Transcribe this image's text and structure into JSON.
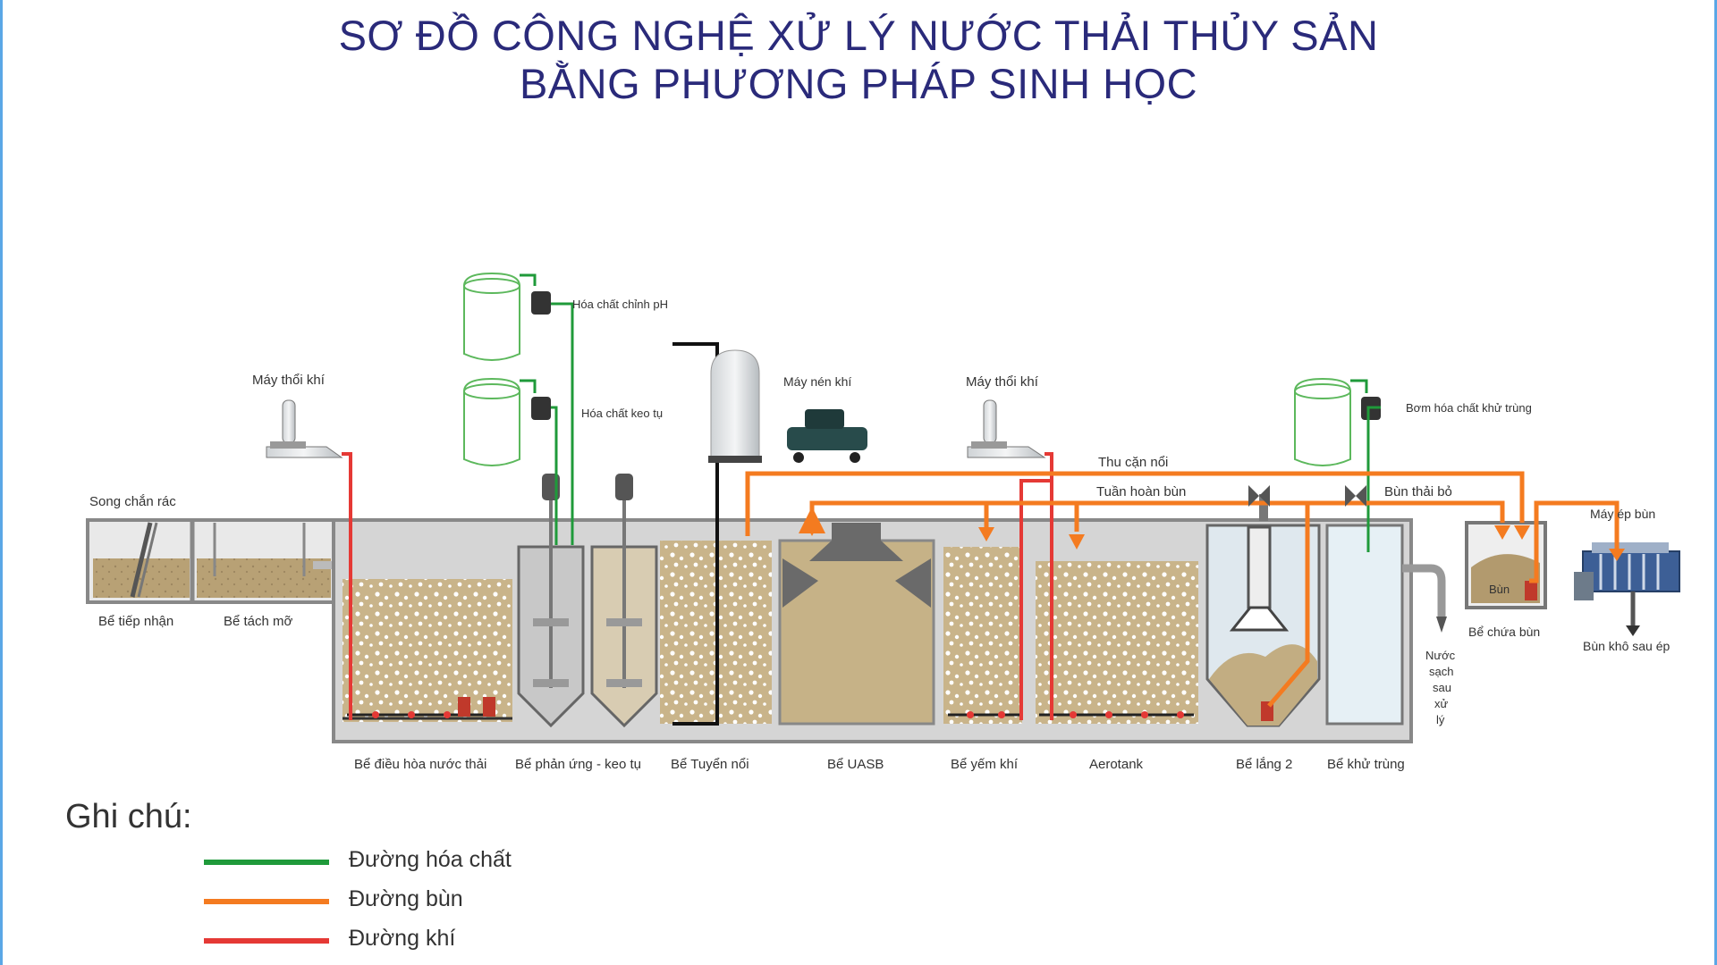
{
  "title": {
    "line1": "SƠ ĐỒ CÔNG NGHỆ XỬ LÝ NƯỚC THẢI THỦY SẢN",
    "line2": "BẰNG PHƯƠNG PHÁP SINH HỌC"
  },
  "colors": {
    "chemical": "#1f9a3a",
    "sludge": "#f47b20",
    "air": "#e53935",
    "title": "#2a2a7a"
  },
  "labels": {
    "song_chan_rac": "Song chắn rác",
    "be_tiep_nhan": "Bể tiếp nhận",
    "be_tach_mo": "Bể tách mỡ",
    "may_thoi_khi_1": "Máy thổi khí",
    "hoa_chat_chinh_ph": "Hóa chất chỉnh pH",
    "hoa_chat_keo_tu": "Hóa chất keo tụ",
    "may_nen_khi": "Máy nén khí",
    "may_thoi_khi_2": "Máy thổi khí",
    "bom_hoa_chat_khu_trung": "Bơm hóa chất khử trùng",
    "thu_can_noi": "Thu cặn nổi",
    "tuan_hoan_bun": "Tuần hoàn bùn",
    "bun_thai_bo": "Bùn thải bỏ",
    "may_ep_bun": "Máy ép bùn",
    "be_dieu_hoa": "Bể điều hòa nước thải",
    "be_phan_ung": "Bể phản ứng - keo tụ",
    "be_tuyen_noi": "Bể Tuyển nổi",
    "be_uasb": "Bể UASB",
    "be_yem_khi": "Bể yếm khí",
    "aerotank": "Aerotank",
    "be_lang_2": "Bể lắng 2",
    "be_khu_trung": "Bể khử trùng",
    "be_chua_bun": "Bể chứa bùn",
    "bun": "Bùn",
    "bun_kho": "Bùn khô sau ép",
    "nuoc_sach": [
      "Nước",
      "sạch",
      "sau",
      "xử",
      "lý"
    ]
  },
  "legend": {
    "title": "Ghi chú:",
    "items": [
      {
        "label": "Đường hóa chất",
        "color": "#1f9a3a"
      },
      {
        "label": "Đường bùn",
        "color": "#f47b20"
      },
      {
        "label": "Đường khí",
        "color": "#e53935"
      }
    ]
  }
}
